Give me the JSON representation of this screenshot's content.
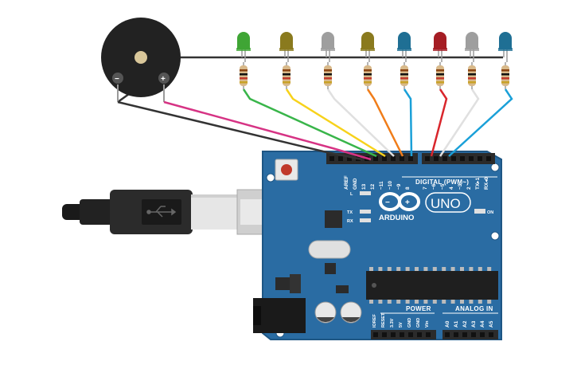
{
  "board": {
    "brand": "ARDUINO",
    "model": "UNO",
    "digital_label": "DIGITAL (PWM~)",
    "power_label": "POWER",
    "analog_label": "ANALOG IN",
    "on_label": "ON",
    "led_l": "L",
    "led_tx": "TX",
    "led_rx": "RX",
    "top_pins": [
      "AREF",
      "GND",
      "13",
      "12",
      "~11",
      "~10",
      "~9",
      "8",
      "7",
      "~6",
      "~5",
      "4",
      "~3",
      "2",
      "TX▸1",
      "RX◂0"
    ],
    "power_pins": [
      "IOREF",
      "RESET",
      "3.3V",
      "5V",
      "GND",
      "GND",
      "Vin"
    ],
    "analog_pins": [
      "A0",
      "A1",
      "A2",
      "A3",
      "A4",
      "A5"
    ]
  },
  "buzzer": {
    "minus": "−",
    "plus": "+"
  },
  "leds": [
    {
      "color": "#3fa535",
      "wire": "#39b54a"
    },
    {
      "color": "#8a7a1e",
      "wire": "#f7d21b"
    },
    {
      "color": "#9e9e9e",
      "wire": "#e0e0e0"
    },
    {
      "color": "#8a7a1e",
      "wire": "#f07d1a"
    },
    {
      "color": "#1f6f94",
      "wire": "#1aa0d8"
    },
    {
      "color": "#a51d24",
      "wire": "#d9262c"
    },
    {
      "color": "#9e9e9e",
      "wire": "#e0e0e0"
    },
    {
      "color": "#1f6f94",
      "wire": "#1aa0d8"
    }
  ],
  "colors": {
    "board": "#2a6ca3",
    "board_edge": "#1e5684",
    "buzzer_wire": "#d63384",
    "ground_wire": "#333333"
  }
}
